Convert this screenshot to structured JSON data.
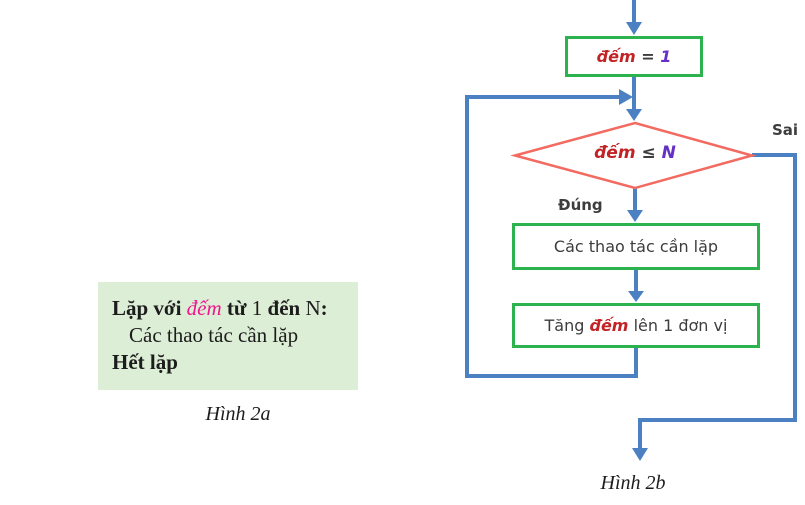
{
  "fig2a": {
    "line1_part1": "Lặp với ",
    "line1_var": "đếm",
    "line1_part2": " từ ",
    "line1_value": "1 ",
    "line1_part3": "đến ",
    "line1_n": "N",
    "line1_colon": ":",
    "line2": "Các thao tác cần lặp",
    "line3": "Hết lặp",
    "caption": "Hình 2a"
  },
  "fig2b": {
    "init_var": "đếm",
    "init_op": " = ",
    "init_value": "1",
    "cond_var": "đếm",
    "cond_op": " ≤ ",
    "cond_n": "N",
    "branch_true": "Đúng",
    "branch_false": "Sai",
    "process1": "Các thao tác cần lặp",
    "process2_part1": "Tăng ",
    "process2_var": "đếm",
    "process2_part2": " lên 1 đơn vị",
    "caption": "Hình 2b"
  },
  "colors": {
    "flow_line_blue": "#4b80c2",
    "box_border_green": "#2db34e",
    "diamond_border_red": "#f26a60",
    "variable_red": "#c22426",
    "value_purple": "#6431c7",
    "variable_pink": "#ee168d",
    "text_dark": "#3d3d3d",
    "panel_bg_green": "#ddeed6"
  }
}
